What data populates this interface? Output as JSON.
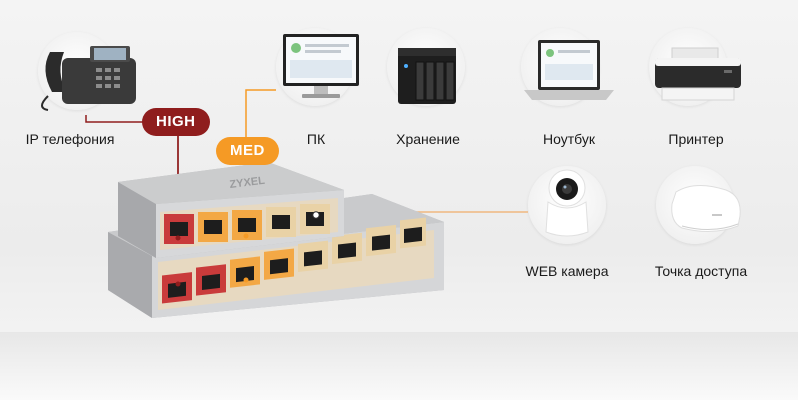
{
  "badges": {
    "high": "HIGH",
    "med": "MED"
  },
  "devices": {
    "ip_phone": "IP телефония",
    "pc": "ПК",
    "storage": "Хранение",
    "laptop": "Ноутбук",
    "printer": "Принтер",
    "web_camera": "WEB камера",
    "access_point": "Точка доступа"
  },
  "switch_logo": "ZYXEL",
  "colors": {
    "high": "#8f1d1d",
    "med": "#f59a25",
    "port_low": "#e9d2a6",
    "port_red": "#c93b3b",
    "port_orange": "#f3a845",
    "chassis": "#c8c9cb"
  }
}
